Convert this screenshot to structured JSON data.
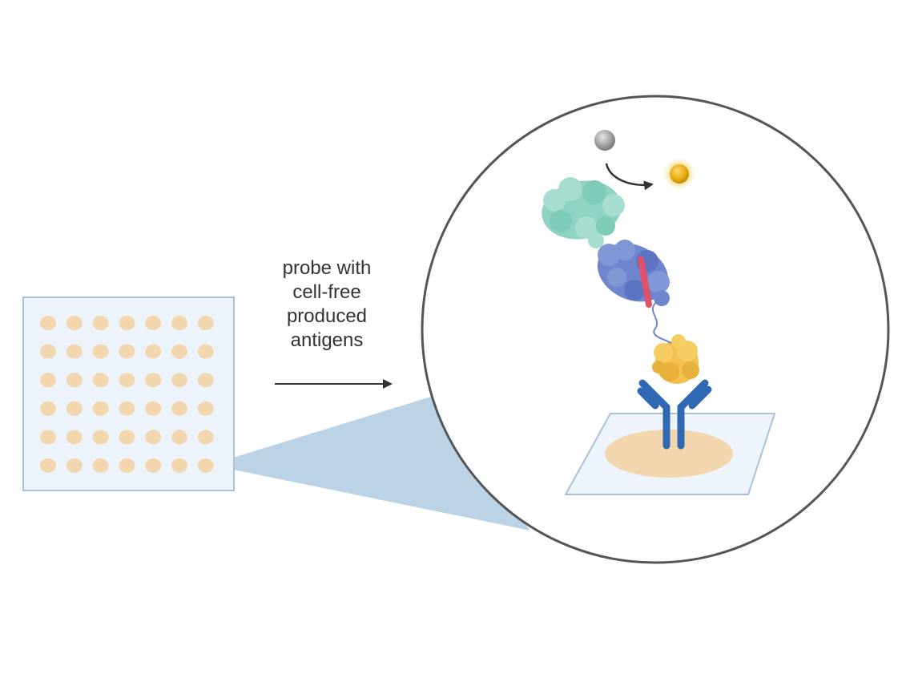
{
  "label": {
    "lines": [
      "probe with",
      "cell-free",
      "produced",
      "antigens"
    ]
  },
  "array": {
    "rows": 6,
    "columns": 7
  },
  "colors": {
    "array_border": "#a9c2db",
    "array_fill": "#edf3fa",
    "spot": "#f2d7ae",
    "zoom_wedge": "#bcd3e6",
    "circle_stroke": "#555555",
    "arrow": "#333333",
    "substrate": "#9a9a9a",
    "product": "#e3a80e",
    "enzyme": "#8ed3c3",
    "fusion_tag": "#6f86cf",
    "peptide": "#e0506a",
    "antigen": "#f2c14e",
    "antibody": "#2f69b3",
    "surface_fill": "#eef4fc",
    "surface_border": "#a9c2db",
    "surface_spot": "#f2d7ae"
  },
  "icons": {
    "substrate": "grey-sphere-icon",
    "product": "gold-sphere-icon",
    "enzyme": "teal-protein-icon",
    "fusion_tag": "blue-protein-icon",
    "antigen": "yellow-antigen-icon",
    "antibody": "y-antibody-icon"
  }
}
